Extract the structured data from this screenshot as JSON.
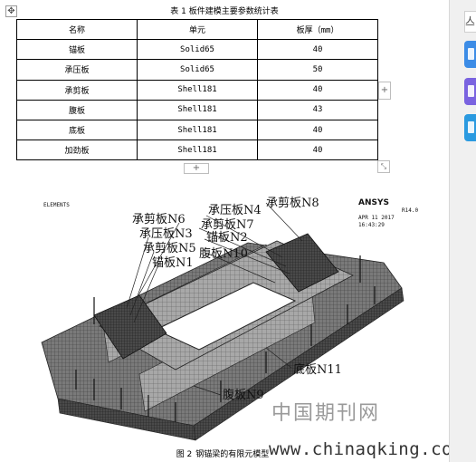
{
  "table": {
    "caption": "表 1   板件建模主要参数统计表",
    "headers": [
      "名称",
      "单元",
      "板厚（mm）"
    ],
    "rows": [
      [
        "锚板",
        "Solid65",
        "40"
      ],
      [
        "承压板",
        "Solid65",
        "50"
      ],
      [
        "承剪板",
        "Shell181",
        "40"
      ],
      [
        "腹板",
        "Shell181",
        "43"
      ],
      [
        "底板",
        "Shell181",
        "40"
      ],
      [
        "加劲板",
        "Shell181",
        "40"
      ]
    ],
    "add_row_icon": "+",
    "add_col_icon": "+",
    "resize_icon": "⤡",
    "move_icon": "✥"
  },
  "figure": {
    "caption_label": "图 2",
    "caption_text": "钢锚梁的有限元模型",
    "software": "ANSYS",
    "version": "R14.0",
    "date": "APR 11 2017",
    "time": "16:43:29",
    "elements_label": "ELEMENTS",
    "labels": {
      "n8": "承剪板N8",
      "n4": "承压板N4",
      "n7": "承剪板N7",
      "n2": "锚板N2",
      "n10": "腹板N10",
      "n6": "承剪板N6",
      "n3": "承压板N3",
      "n5": "承剪板N5",
      "n1": "锚板N1",
      "n11": "底板N11",
      "n9": "腹板N9"
    }
  },
  "watermark": {
    "cn": "中国期刊网",
    "url": "www.chinaqking.com"
  },
  "sidebar": {
    "top_icon": "亼"
  }
}
